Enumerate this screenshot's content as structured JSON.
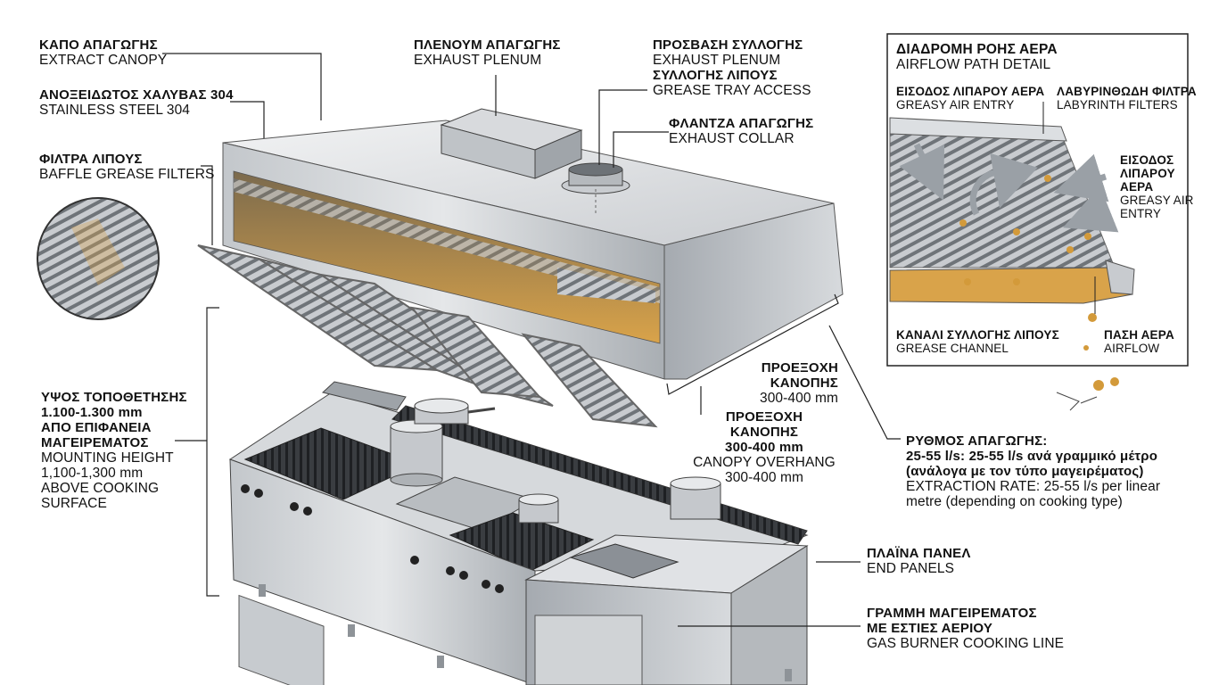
{
  "labels": {
    "extract_canopy": {
      "gr": "ΚΑΠΟ ΑΠΑΓΩΓΗΣ",
      "en": "EXTRACT CANOPY"
    },
    "stainless": {
      "gr": "ΑΝΟΞΕΙΔΩΤΟΣ ΧΑΛΥΒΑΣ 304",
      "en": "STAINLESS STEEL 304"
    },
    "baffle_filters": {
      "gr": "ΦΙΛΤΡΑ ΛΙΠΟΥΣ",
      "en": "BAFFLE GREASE FILTERS"
    },
    "exhaust_plenum": {
      "gr": "ΠΛΕΝΟΥΜ ΑΠΑΓΩΓΗΣ",
      "en": "EXHAUST PLENUM"
    },
    "grease_tray": {
      "gr1": "ΠΡΟΣΒΑΣΗ ΣΥΛΛΟΓΗΣ",
      "en1": "EXHAUST PLENUM",
      "gr2": "ΣΥΛΛΟΓΗΣ ΛΙΠΟΥΣ",
      "en2": "GREASE TRAY ACCESS"
    },
    "exhaust_collar": {
      "gr": "ΦΛΑΝΤΖΑ ΑΠΑΓΩΓΗΣ",
      "en": "EXHAUST COLLAR"
    },
    "overhang_a": {
      "gr1": "ΠΡΟΕΞΟΧΗ",
      "gr2": "ΚΑΝΟΠΗΣ",
      "val": "300-400 mm"
    },
    "overhang_b": {
      "gr": "ΠΡΟΕΞΟΧΗ ΚΑΝΟΠΗΣ",
      "val_b": "300-400 mm",
      "en": "CANOPY OVERHANG",
      "val": "300-400 mm"
    },
    "mounting_height": {
      "gr1": "ΥΨΟΣ ΤΟΠΟΘΕΤΗΣΗΣ",
      "gr2": "1.100-1.300 mm",
      "gr3": "ΑΠΟ ΕΠΙΦΑΝΕΙΑ",
      "gr4": "ΜΑΓΕΙΡΕΜΑΤΟΣ",
      "en1": "MOUNTING HEIGHT",
      "en2": "1,100-1,300 mm",
      "en3": "ABOVE COOKING",
      "en4": "SURFACE"
    },
    "extraction_rate": {
      "gr1": "ΡΥΘΜΟΣ ΑΠΑΓΩΓΗΣ:",
      "gr2": "25-55 l/s: 25-55 l/s ανά γραμμικό μέτρο",
      "gr3": "(ανάλογα με τον τύπο μαγειρέματος)",
      "en1": "EXTRACTION RATE: 25-55 l/s per linear",
      "en2": "metre (depending on cooking type)"
    },
    "end_panels": {
      "gr": "ΠΛΑΪΝΑ ΠΑΝΕΛ",
      "en": "END PANELS"
    },
    "cooking_line": {
      "gr1": "ΓΡΑΜΜΗ ΜΑΓΕΙΡΕΜΑΤΟΣ",
      "gr2": "ΜΕ ΕΣΤΙΕΣ ΑΕΡΙΟΥ",
      "en": "GAS BURNER COOKING LINE"
    }
  },
  "inset": {
    "title_gr": "ΔΙΑΔΡΟΜΗ ΡΟΗΣ ΑΕΡΑ",
    "title_en": "AIRFLOW PATH DETAIL",
    "greasy_entry_left": {
      "gr": "ΕΙΣΟΔΟΣ ΛΙΠΑΡΟΥ ΑΕΡΑ",
      "en": "GREASY AIR ENTRY"
    },
    "labyrinth": {
      "gr": "ΛΑΒΥΡΙΝΘΩΔΗ ΦΙΛΤΡΑ",
      "en": "LABYRINTH FILTERS"
    },
    "greasy_entry_right": {
      "gr1": "ΕΙΣΟΔΟΣ",
      "gr2": "ΛΙΠΑΡΟΥ",
      "gr3": "ΑΕΡΑ",
      "en1": "GREASY AIR",
      "en2": "ENTRY"
    },
    "grease_channel": {
      "gr": "ΚΑΝΑΛΙ ΣΥΛΛΟΓΗΣ ΛΙΠΟΥΣ",
      "en": "GREASE CHANNEL"
    },
    "airflow": {
      "gr": "ΠΑΣΗ ΑΕΡΑ",
      "en": "AIRFLOW"
    }
  },
  "colors": {
    "steel_light": "#e6e8ea",
    "steel_mid": "#b8bcc0",
    "steel_dark": "#7d8287",
    "grease": "#d9a34a",
    "line": "#222222"
  }
}
